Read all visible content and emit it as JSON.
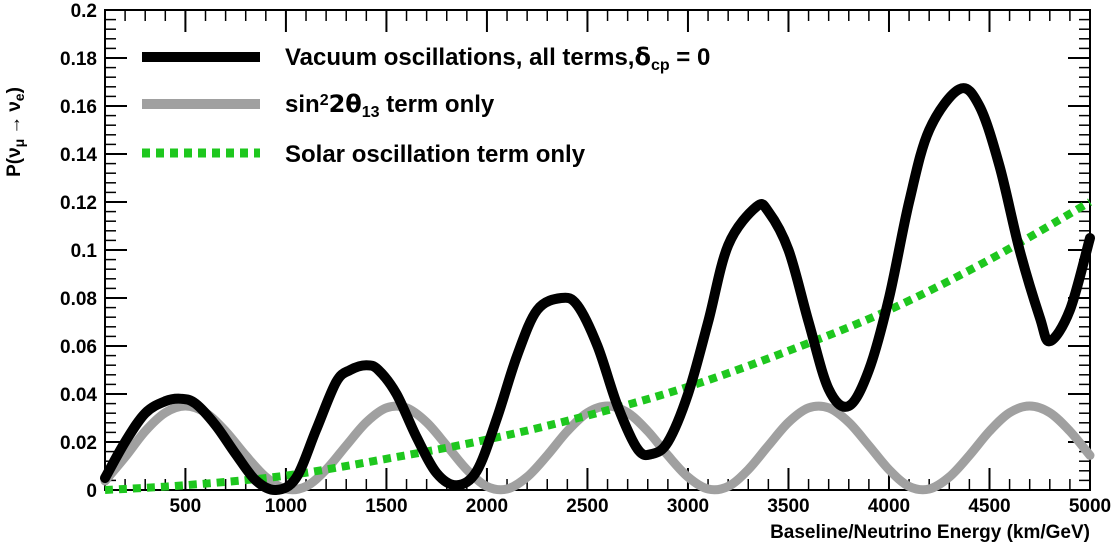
{
  "chart_data": {
    "type": "line",
    "title": "",
    "xlabel": "Baseline/Neutrino Energy (km/GeV)",
    "ylabel": {
      "prefix": "P(",
      "nu": "ν",
      "from_flavor": "μ",
      "arrow": "→",
      "to_flavor": "e",
      "suffix": ")"
    },
    "xlim": [
      100,
      5000
    ],
    "ylim": [
      0,
      0.2
    ],
    "xticks": [
      500,
      1000,
      1500,
      2000,
      2500,
      3000,
      3500,
      4000,
      4500,
      5000
    ],
    "xtick_labels": [
      "500",
      "1000",
      "1500",
      "2000",
      "2500",
      "3000",
      "3500",
      "4000",
      "4500",
      "5000"
    ],
    "yticks": [
      0,
      0.02,
      0.04,
      0.06,
      0.08,
      0.1,
      0.12,
      0.14,
      0.16,
      0.18,
      0.2
    ],
    "ytick_labels": [
      "0",
      "0.02",
      "0.04",
      "0.06",
      "0.08",
      "0.1",
      "0.12",
      "0.14",
      "0.16",
      "0.18",
      "0.2"
    ],
    "grid": false,
    "legend_position": "top-left",
    "series": [
      {
        "name": "Vacuum oscillations, all terms, δcp = 0",
        "legend_main": "Vacuum oscillations, all terms,",
        "legend_delta": "δ",
        "legend_sub": "cp",
        "legend_tail": " = 0",
        "color": "#000000",
        "style": "solid",
        "x": [
          100,
          200,
          300,
          400,
          480,
          550,
          650,
          750,
          850,
          950,
          1050,
          1150,
          1250,
          1320,
          1400,
          1460,
          1550,
          1650,
          1750,
          1850,
          1950,
          2050,
          2150,
          2250,
          2370,
          2450,
          2550,
          2650,
          2750,
          2820,
          2900,
          3000,
          3100,
          3200,
          3340,
          3400,
          3500,
          3600,
          3700,
          3800,
          3900,
          4000,
          4100,
          4200,
          4350,
          4450,
          4550,
          4650,
          4750,
          4800,
          4900,
          5000
        ],
        "y": [
          0.005,
          0.02,
          0.032,
          0.037,
          0.038,
          0.036,
          0.027,
          0.015,
          0.004,
          0.0,
          0.005,
          0.025,
          0.045,
          0.05,
          0.052,
          0.05,
          0.04,
          0.022,
          0.007,
          0.002,
          0.008,
          0.03,
          0.056,
          0.075,
          0.08,
          0.077,
          0.06,
          0.035,
          0.017,
          0.015,
          0.02,
          0.04,
          0.07,
          0.102,
          0.118,
          0.116,
          0.1,
          0.07,
          0.042,
          0.035,
          0.05,
          0.08,
          0.12,
          0.15,
          0.167,
          0.16,
          0.135,
          0.1,
          0.072,
          0.062,
          0.075,
          0.105
        ]
      },
      {
        "name": "sin²2θ13 term only",
        "legend_main": "sin",
        "legend_sup": "2",
        "legend_mid": "2θ",
        "legend_sub": "13",
        "legend_tail": " term only",
        "color": "#a0a0a0",
        "style": "solid",
        "x": [
          100,
          200,
          300,
          400,
          500,
          600,
          700,
          800,
          900,
          1000,
          1100,
          1200,
          1300,
          1400,
          1500,
          1600,
          1700,
          1800,
          1900,
          2000,
          2100,
          2200,
          2300,
          2400,
          2500,
          2600,
          2700,
          2800,
          2900,
          3000,
          3100,
          3200,
          3300,
          3400,
          3500,
          3600,
          3700,
          3800,
          3900,
          4000,
          4100,
          4200,
          4300,
          4400,
          4500,
          4600,
          4700,
          4800,
          4900,
          5000
        ],
        "y": [
          0.0037,
          0.0137,
          0.0245,
          0.0322,
          0.035,
          0.0322,
          0.0245,
          0.0144,
          0.0054,
          0.0004,
          0.0015,
          0.0085,
          0.0185,
          0.0282,
          0.0342,
          0.0342,
          0.0282,
          0.0185,
          0.0085,
          0.0015,
          0.0004,
          0.0054,
          0.0144,
          0.0245,
          0.0322,
          0.035,
          0.0322,
          0.0245,
          0.0144,
          0.0054,
          0.0004,
          0.0015,
          0.0085,
          0.0185,
          0.0282,
          0.0342,
          0.0342,
          0.0282,
          0.0185,
          0.0085,
          0.0015,
          0.0004,
          0.0054,
          0.0144,
          0.0245,
          0.0322,
          0.035,
          0.0322,
          0.0245,
          0.0144
        ]
      },
      {
        "name": "Solar oscillation term only",
        "legend_main": "Solar oscillation term only",
        "color": "#1ec71e",
        "style": "dotted",
        "x": [
          100,
          500,
          1000,
          1500,
          2000,
          2500,
          3000,
          3500,
          4000,
          4500,
          5000
        ],
        "y": [
          0.0,
          0.002,
          0.006,
          0.013,
          0.021,
          0.031,
          0.043,
          0.058,
          0.075,
          0.096,
          0.12
        ]
      }
    ]
  }
}
